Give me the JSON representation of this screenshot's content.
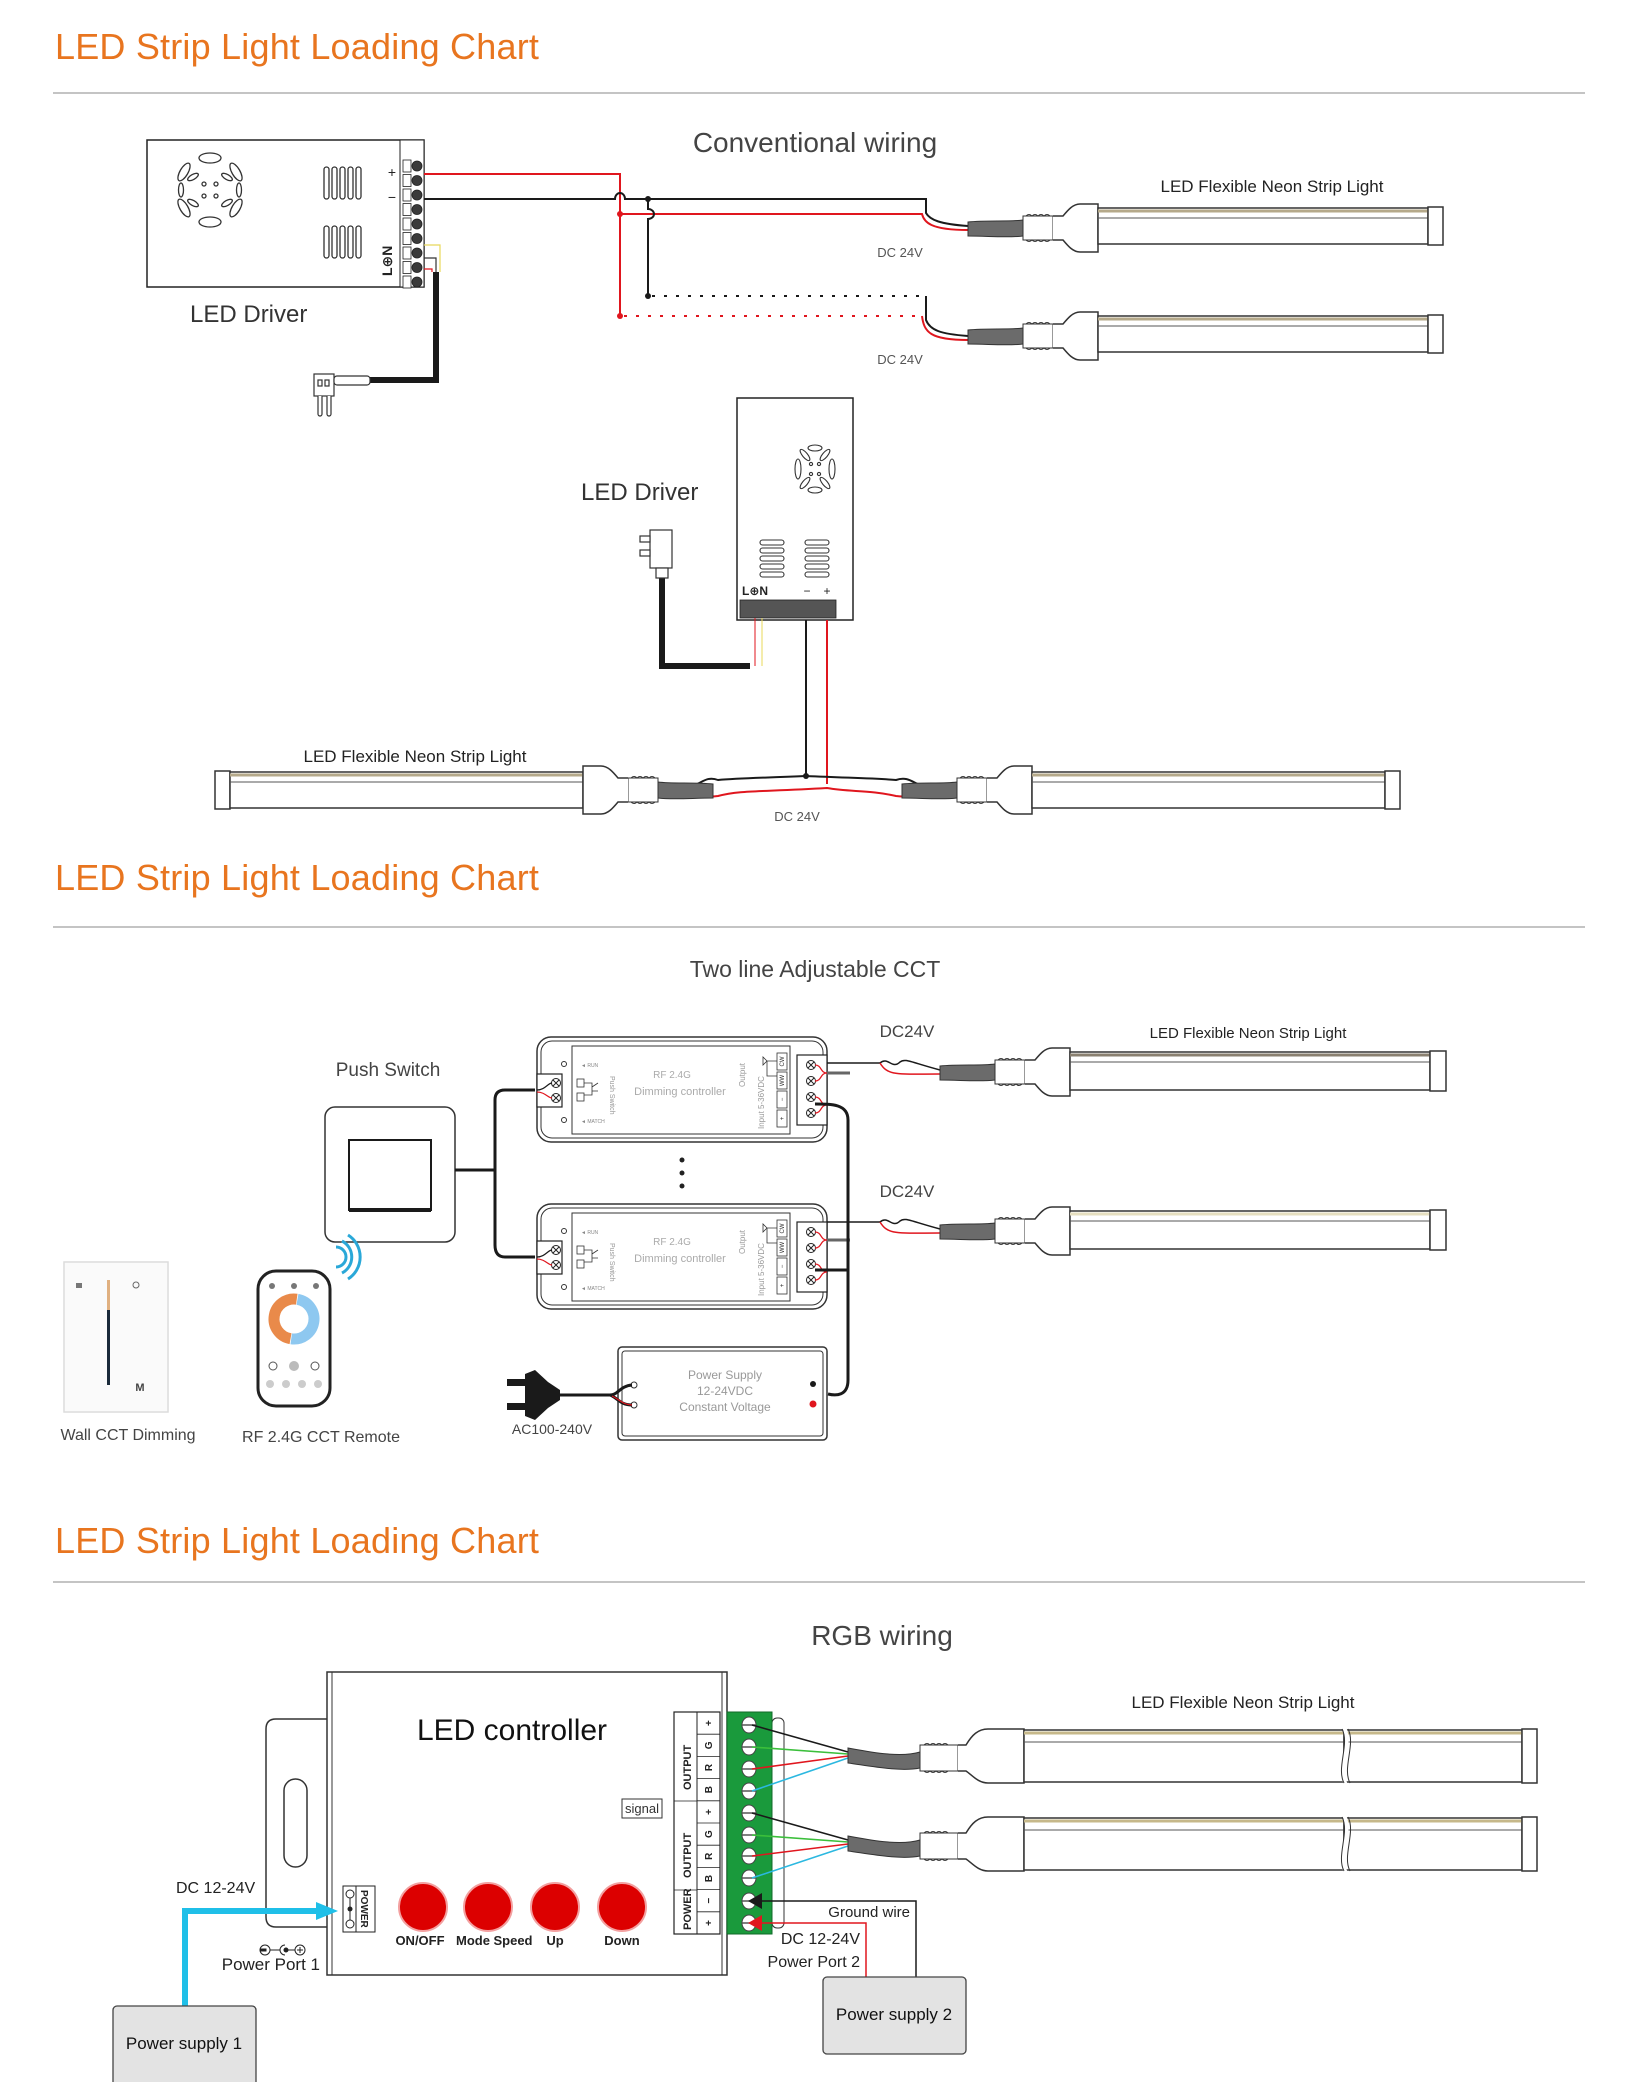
{
  "sections": [
    {
      "title": "LED  Strip Light Loading Chart",
      "subtitle": "Conventional wiring",
      "labels": {
        "driver_1": "LED Driver",
        "driver_2": "LED Driver",
        "strip_top": "LED Flexible Neon Strip Light",
        "strip_bottom": "LED Flexible Neon Strip Light",
        "voltage_1": "DC 24V",
        "voltage_2": "DC 24V",
        "voltage_3": "DC 24V",
        "terminal_plus": "+",
        "terminal_minus": "−",
        "terminal_lon": "L⊕N"
      }
    },
    {
      "title": "LED  Strip Light Loading Chart",
      "subtitle": "Two line Adjustable CCT",
      "labels": {
        "push_switch": "Push Switch",
        "voltage_1": "DC24V",
        "voltage_2": "DC24V",
        "strip": "LED Flexible Neon Strip Light",
        "controller_line1": "RF 2.4G",
        "controller_line2": "Dimming controller",
        "controller_push": "Push Switch",
        "controller_output": "Output",
        "controller_input": "Input",
        "controller_input_range": "5-36VDC",
        "controller_run": "RUN",
        "controller_match": "MATCH",
        "terminal_cw": "CW",
        "terminal_ww": "WW",
        "terminal_minus": "−",
        "terminal_plus": "+",
        "power_supply_line1": "Power Supply",
        "power_supply_line2": "12-24VDC",
        "power_supply_line3": "Constant Voltage",
        "ac_input": "AC100-240V",
        "wall_dimmer": "Wall CCT Dimming",
        "remote": "RF 2.4G CCT Remote",
        "wall_dimmer_mode": "M"
      }
    },
    {
      "title": "LED  Strip Light Loading Chart",
      "subtitle": "RGB wiring",
      "labels": {
        "controller": "LED controller",
        "signal": "signal",
        "strip": "LED Flexible Neon Strip Light",
        "power_label": "POWER",
        "output_label_1": "OUTPUT",
        "output_label_2": "OUTPUT",
        "power_block_label": "POWER",
        "terminals": [
          "+",
          "G",
          "R",
          "B",
          "+",
          "G",
          "R",
          "B",
          "−",
          "+"
        ],
        "buttons": [
          "ON/OFF",
          "Mode",
          "Speed",
          "Up",
          "Down"
        ],
        "dc_in_1": "DC 12-24V",
        "power_port_1": "Power Port 1",
        "ground_wire": "Ground wire",
        "dc_in_2": "DC 12-24V",
        "power_port_2": "Power Port 2",
        "power_supply_1": "Power supply 1",
        "power_supply_2": "Power supply 2"
      }
    }
  ],
  "colors": {
    "title_orange": "#e8751f",
    "divider_gray": "#c4c4c4",
    "wire_red": "#e0161e",
    "wire_black": "#1a1a1a",
    "wire_green": "#3bbf3b",
    "wire_blue": "#2bb8e0",
    "terminal_green": "#1a9a3c",
    "button_red": "#dc0000",
    "supply_gray": "#e3e3e3"
  }
}
